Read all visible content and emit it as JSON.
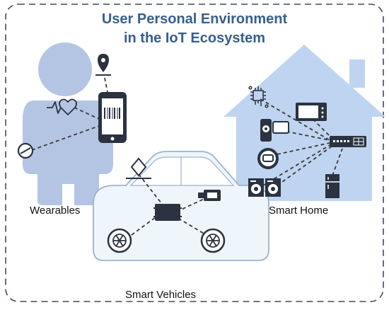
{
  "title": {
    "line1": "User Personal Environment",
    "line2": "in the IoT Ecosystem"
  },
  "groups": {
    "wearables": "Wearables",
    "smart_home": "Smart Home",
    "smart_vehicles": "Smart Vehicles"
  },
  "colors": {
    "frame": "#3f4a5a",
    "title": "#365f8e",
    "person": "#b4c5e4",
    "house": "#bfd4f0",
    "car_fill": "#eef5fb",
    "car_stroke": "#9fb3cc",
    "device": "#2b3240",
    "link": "#3a3a3a"
  },
  "icons": [
    "heart-pulse-icon",
    "smartphone-icon",
    "location-pin-icon",
    "ring-sensor-icon",
    "circuit-icon",
    "microwave-icon",
    "camera-icon",
    "router-hub-icon",
    "washing-machine-icon",
    "dryer-icon",
    "fridge-icon",
    "robot-vacuum-icon",
    "car-hub-icon",
    "gps-diamond-icon",
    "dashcam-icon",
    "wheel-icon"
  ]
}
